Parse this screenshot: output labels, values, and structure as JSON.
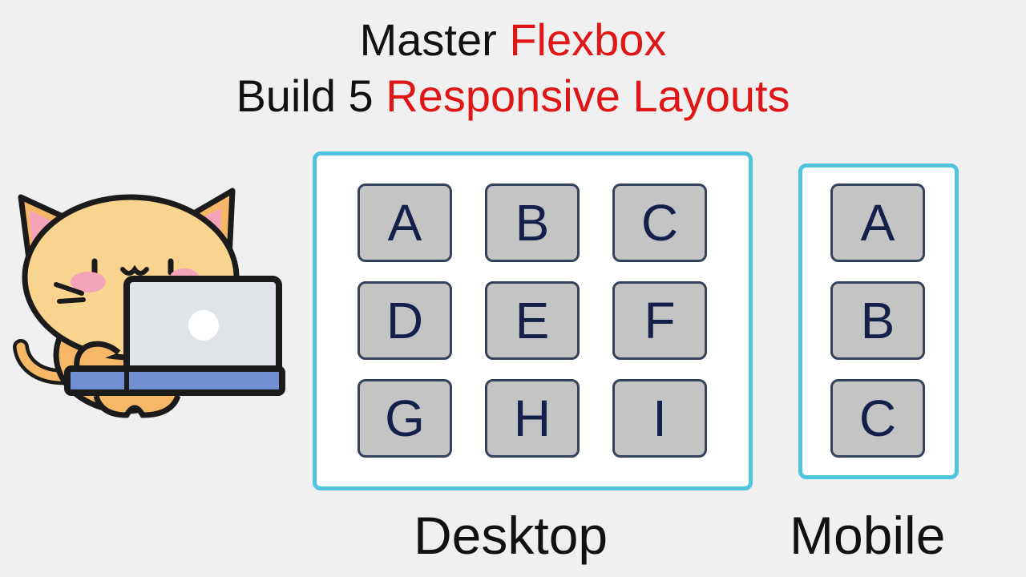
{
  "title": {
    "line1_prefix": "Master",
    "line1_accent": "Flexbox",
    "line2_prefix": "Build 5",
    "line2_accent": "Responsive Layouts"
  },
  "desktop": {
    "caption": "Desktop",
    "tiles": [
      "A",
      "B",
      "C",
      "D",
      "E",
      "F",
      "G",
      "H",
      "I"
    ]
  },
  "mobile": {
    "caption": "Mobile",
    "tiles": [
      "A",
      "B",
      "C"
    ]
  },
  "illustration": {
    "icon": "cat-with-laptop-icon"
  },
  "colors": {
    "accent": "#e01515",
    "frame_border": "#4ec4dd",
    "tile_fill": "#c4c4c4",
    "tile_border": "#34415a",
    "tile_text": "#14204a"
  }
}
